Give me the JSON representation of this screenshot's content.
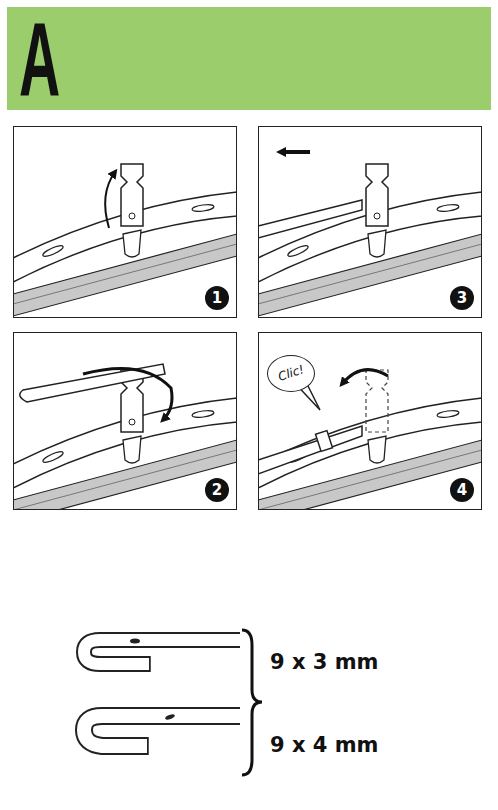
{
  "diagram": {
    "nodes": [
      {
        "text": [
          "A"
        ]
      },
      {
        "text": [
          "1"
        ]
      },
      {
        "text": [
          "3"
        ]
      },
      {
        "text": [
          "2"
        ]
      },
      {
        "text": [
          "4"
        ]
      },
      {
        "text": [
          "Clic!"
        ],
        "in": 4
      }
    ],
    "labels": [
      "9 x 3 mm",
      "9 x 4 mm"
    ]
  }
}
